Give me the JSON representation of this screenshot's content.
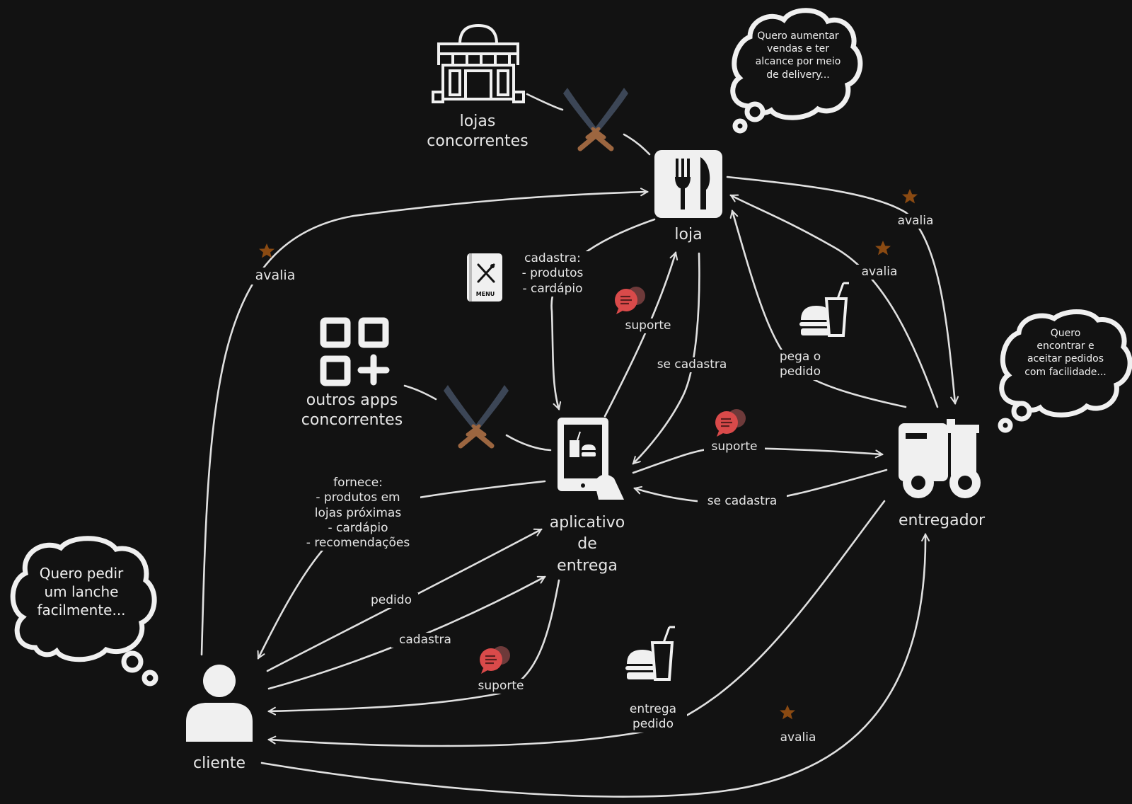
{
  "nodes": {
    "loja": "loja",
    "app": "aplicativo\nde\nentrega",
    "cliente": "cliente",
    "entregador": "entregador",
    "lojas_concorrentes": "lojas\nconcorrentes",
    "outros_apps": "outros apps\nconcorrentes"
  },
  "edges": {
    "cliente_avalia_loja": "avalia",
    "loja_cadastra_app": "cadastra:\n- produtos\n- cardápio",
    "app_suporte_loja": "suporte",
    "loja_se_cadastra_app": "se cadastra",
    "entregador_avalia_loja": "avalia",
    "loja_avalia_entregador": "avalia",
    "entregador_pega_pedido": "pega o\npedido",
    "app_suporte_entregador": "suporte",
    "entregador_se_cadastra": "se cadastra",
    "app_fornece_cliente": "fornece:\n- produtos em\nlojas próximas\n- cardápio\n- recomendações",
    "cliente_pedido": "pedido",
    "cliente_cadastra": "cadastra",
    "app_suporte_cliente": "suporte",
    "entregador_entrega_pedido": "entrega\npedido",
    "cliente_avalia_entregador": "avalia"
  },
  "thoughts": {
    "loja": "Quero aumentar\nvendas e ter\nalcance por meio\nde delivery...",
    "entregador": "Quero\nencontrar e\naceitar pedidos\ncom facilidade...",
    "cliente": "Quero pedir\num lanche\nfacilmente..."
  },
  "icons": {
    "store": "storefront-icon",
    "loja": "fork-knife-icon",
    "app": "tablet-food-icon",
    "cliente": "person-icon",
    "entregador": "delivery-truck-icon",
    "apps": "apps-add-icon",
    "menu": "menu-book-icon",
    "swords": "crossed-swords-icon",
    "chat": "chat-bubble-icon",
    "star": "star-icon",
    "food": "burger-drink-icon"
  },
  "colors": {
    "background": "#121212",
    "lines": "#e0e0e0",
    "star": "#8a4a12",
    "chat": "#d94a4a",
    "sword_blade": "#3c4656",
    "sword_hilt": "#9c6640"
  }
}
